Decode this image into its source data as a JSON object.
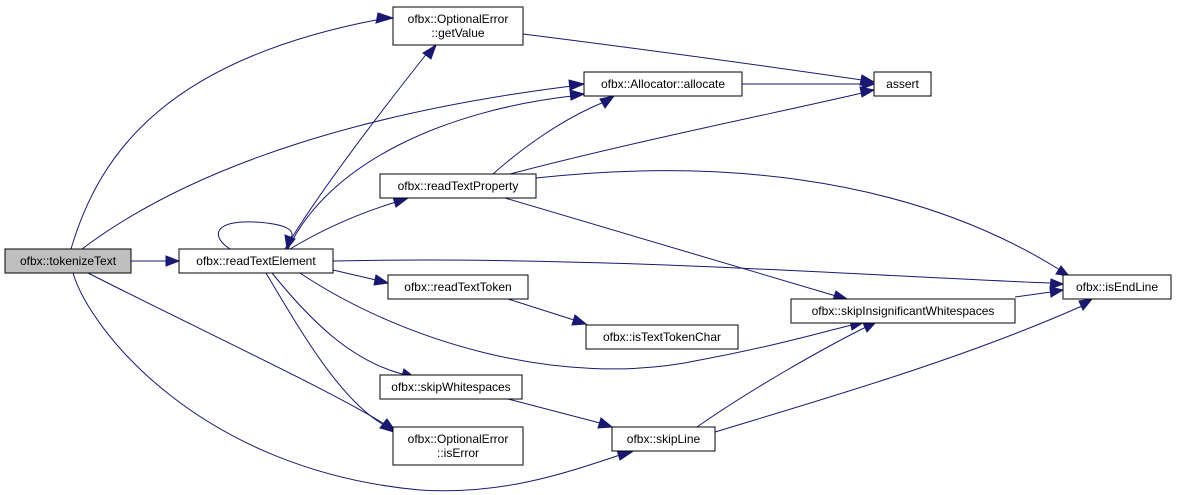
{
  "colors": {
    "edge": "#191970",
    "node_fill": "#ffffff",
    "root_fill": "#bfbfbf",
    "border": "#000000"
  },
  "nodes": {
    "tokenizeText": {
      "lines": [
        "ofbx::tokenizeText"
      ]
    },
    "readTextElement": {
      "lines": [
        "ofbx::readTextElement"
      ]
    },
    "optionalErrorGetValue": {
      "lines": [
        "ofbx::OptionalError",
        "::getValue"
      ]
    },
    "allocatorAllocate": {
      "lines": [
        "ofbx::Allocator::allocate"
      ]
    },
    "assert": {
      "lines": [
        "assert"
      ]
    },
    "readTextProperty": {
      "lines": [
        "ofbx::readTextProperty"
      ]
    },
    "readTextToken": {
      "lines": [
        "ofbx::readTextToken"
      ]
    },
    "isTextTokenChar": {
      "lines": [
        "ofbx::isTextTokenChar"
      ]
    },
    "skipWhitespaces": {
      "lines": [
        "ofbx::skipWhitespaces"
      ]
    },
    "optionalErrorIsError": {
      "lines": [
        "ofbx::OptionalError",
        "::isError"
      ]
    },
    "skipLine": {
      "lines": [
        "ofbx::skipLine"
      ]
    },
    "skipInsignificantWhitespaces": {
      "lines": [
        "ofbx::skipInsignificantWhitespaces"
      ]
    },
    "isEndLine": {
      "lines": [
        "ofbx::isEndLine"
      ]
    }
  }
}
